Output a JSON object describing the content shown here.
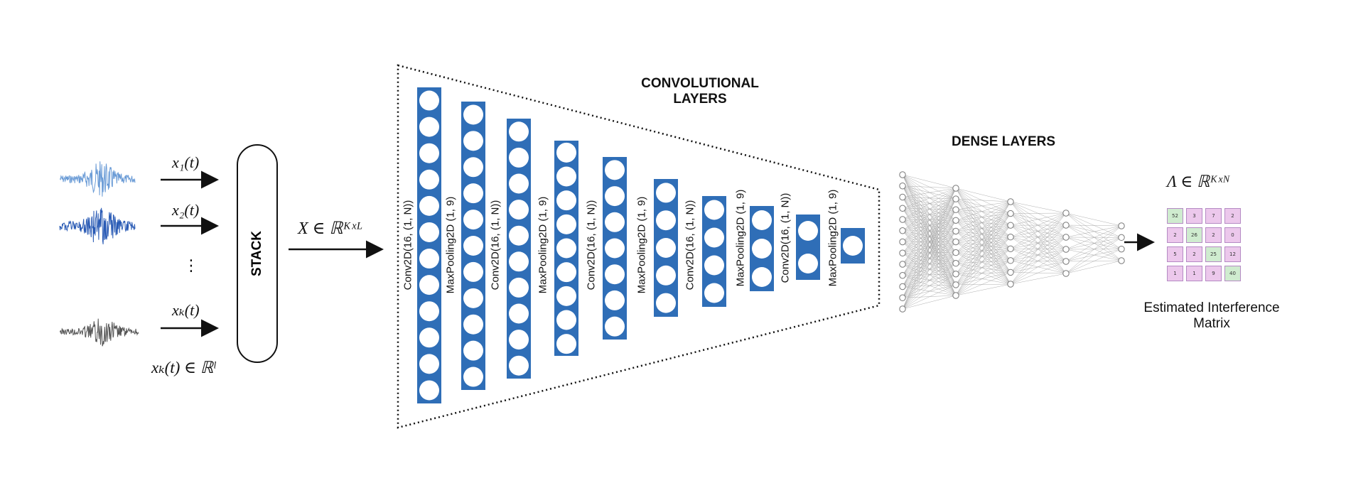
{
  "inputs": {
    "signal_labels": [
      "x₁(t)",
      "x₂(t)",
      "xₖ(t)"
    ],
    "ellipsis": "⋮",
    "domain_label": "xₖ(t) ∈ ℝˡ"
  },
  "stack": {
    "label": "STACK"
  },
  "stacked_input_label": "X ∈ ℝᴷˣᴸ",
  "conv_section": {
    "title_line1": "CONVOLUTIONAL",
    "title_line2": "LAYERS",
    "layer_labels": [
      "Conv2D(16, (1, N))",
      "MaxPooling2D (1, 9)",
      "Conv2D(16, (1, N))",
      "MaxPooling2D (1, 9)",
      "Conv2D(16, (1, N))",
      "MaxPooling2D (1, 9)",
      "Conv2D(16, (1, N))",
      "MaxPooling2D (1, 9)",
      "Conv2D(16, (1, N))",
      "MaxPooling2D (1, 9)"
    ]
  },
  "dense_section": {
    "title": "DENSE LAYERS"
  },
  "output": {
    "matrix_label": "Λ ∈ ℝᴷˣᴺ",
    "caption_line1": "Estimated Interference",
    "caption_line2": "Matrix",
    "matrix_values": [
      [
        "52",
        "3",
        "7",
        "2"
      ],
      [
        "2",
        "26",
        "2",
        "0"
      ],
      [
        "5",
        "2",
        "25",
        "12"
      ],
      [
        "1",
        "1",
        "9",
        "40"
      ]
    ]
  },
  "colors": {
    "conv_layer": "#2f6eb7",
    "matrix_diagonal": "#cfeccf",
    "matrix_offdiagonal": "#ecc8ec",
    "signal_1": "#6a9bd6",
    "signal_2": "#2a5bb5",
    "signal_k": "#555555"
  }
}
